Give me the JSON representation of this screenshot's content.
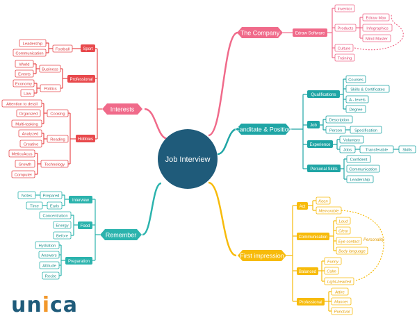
{
  "center": {
    "label": "Job Interview",
    "color": "#1f5b7a"
  },
  "colors": {
    "pink": "#f06a8a",
    "pink_text": "#e2456e",
    "red": "#e8494c",
    "red_text": "#d9383b",
    "teal": "#1fa5a5",
    "teal_text": "#17888b",
    "teal2": "#2bb3ad",
    "teal2_text": "#1a8f8a",
    "yellow": "#f7bb0b",
    "yellow_text": "#e39d00",
    "logo_dark": "#1f5b7a",
    "logo_orange": "#f2972a"
  },
  "branches": {
    "company": {
      "label": "The Company",
      "edraw_software": "Edraw Software",
      "inventor": "Inventor",
      "products": "Products",
      "edraw_max": "Edraw Max",
      "infographics": "Infographics",
      "mind_master": "Mind Master",
      "culture": "Culture",
      "training": "Training"
    },
    "interests": {
      "label": "Interests",
      "sport": "Sport",
      "football": "Football",
      "leadership": "Leadership",
      "communication": "Communication",
      "professional": "Professional",
      "business": "Business",
      "world": "World",
      "events": "Events",
      "politics": "Politics",
      "economy": "Economy",
      "law": "Law",
      "hobbies": "Hobbies",
      "cooking": "Cooking",
      "attention": "Attention to detail",
      "organized": "Organized",
      "multitasking": "Multi-tasking",
      "reading": "Reading",
      "analyzed": "Analyzed",
      "creative": "Creative",
      "technology": "Technology",
      "meticulous": "MeticuAcus",
      "growth": "Growth",
      "computer": "Computer"
    },
    "candidate": {
      "label": "Canditate & Position",
      "qualifications": "Qualifications",
      "courses": "Courses",
      "skills_certificates": "Skills & Certificates",
      "a_levels": "A - levels",
      "degree": "Degree",
      "job": "Job",
      "description": "Description",
      "person": "Person",
      "specification": "Specification",
      "experience": "Experience",
      "voluntary": "Voluntary",
      "jobs": "Jobs",
      "transferable": "Transferable",
      "skills": "Skills",
      "personal_skills": "Personal Skills",
      "confident": "Confident",
      "communication": "Communication",
      "leadership": "Leadership"
    },
    "remember": {
      "label": "Remember",
      "interview": "Interview",
      "prepared": "Prepared",
      "notes": "Notes",
      "early": "Early",
      "time": "Time",
      "food": "Food",
      "concentration": "Concentration",
      "energy": "Energy",
      "before": "Before",
      "preparation": "Preparation",
      "hydration": "Hydration",
      "answers": "Answers",
      "attitude": "Attitude",
      "recite": "Recite"
    },
    "impression": {
      "label": "First impression",
      "act": "Act",
      "keen": "Keen",
      "memorable": "Memorable",
      "communication": "Communication",
      "loud": "Loud",
      "clear": "Clear",
      "eye_contact": "Eye contact",
      "body_language": "Body language",
      "personality": "Personality",
      "balanced": "Balanced",
      "funny": "Funny",
      "calm": "Calm",
      "light_hearted": "Light-hearted",
      "professional": "Professional",
      "attire": "Attire",
      "manner": "Manner",
      "punctual": "Punctual"
    }
  },
  "logo": {
    "part1": "un",
    "part2": "i",
    "part3": "ca"
  }
}
